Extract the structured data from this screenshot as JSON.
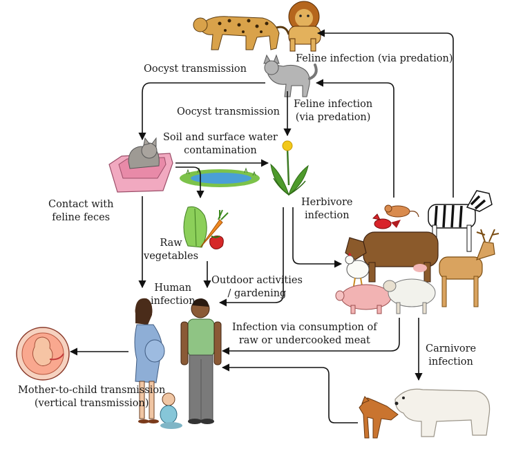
{
  "labels": {
    "oocyst_top": "Oocyst transmission",
    "feline_predation_top": "Feline infection (via predation)",
    "oocyst_mid": "Oocyst transmission",
    "feline_predation_mid_1": "Feline infection",
    "feline_predation_mid_2": "(via predation)",
    "soil_water_1": "Soil and surface water",
    "soil_water_2": "contamination",
    "contact_feces_1": "Contact with",
    "contact_feces_2": "feline feces",
    "herbivore_1": "Herbivore",
    "herbivore_2": "infection",
    "raw_veg_1": "Raw",
    "raw_veg_2": "vegetables",
    "outdoor_1": "Outdoor activities",
    "outdoor_2": "/ gardening",
    "human_1": "Human",
    "human_2": "infection",
    "meat_1": "Infection via consumption of",
    "meat_2": "raw or undercooked meat",
    "carnivore_1": "Carnivore",
    "carnivore_2": "infection",
    "vertical_1": "Mother-to-child transmission",
    "vertical_2": "(vertical transmission)"
  },
  "colors": {
    "arrow": "#111111",
    "litter_box": "#f1a9c0",
    "water": "#4a9fd6",
    "grass": "#7cc24a",
    "cow": "#8b5a2b",
    "pig": "#f2b3b3",
    "deer": "#d9a35f",
    "polar_bear": "#f4f1ea",
    "fox": "#c9742f",
    "mother_dress": "#8eaed6",
    "father_shirt": "#8fc484",
    "father_pants": "#7a7a7a"
  }
}
